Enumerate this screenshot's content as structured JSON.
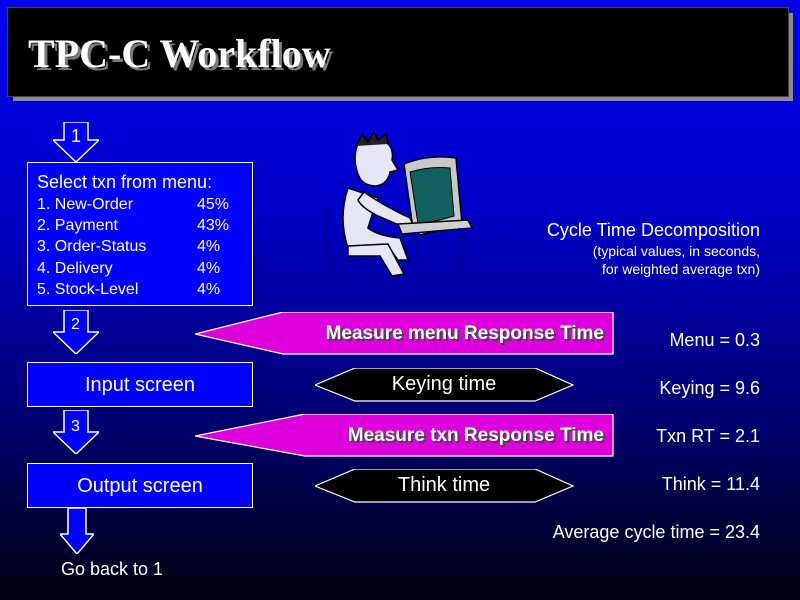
{
  "title": "TPC-C Workflow",
  "steps": {
    "step1": "1",
    "step2": "2",
    "step3": "3"
  },
  "menu": {
    "heading": "Select txn from menu:",
    "items": [
      {
        "name": "1. New-Order",
        "pct": "45%"
      },
      {
        "name": "2. Payment",
        "pct": "43%"
      },
      {
        "name": "3. Order-Status",
        "pct": "4%"
      },
      {
        "name": "4. Delivery",
        "pct": "4%"
      },
      {
        "name": "5. Stock-Level",
        "pct": "4%"
      }
    ]
  },
  "input_screen": "Input screen",
  "output_screen": "Output screen",
  "go_back": "Go back to 1",
  "banners": {
    "menu_rt": "Measure menu Response Time",
    "txn_rt": "Measure txn Response Time",
    "keying": "Keying time",
    "think": "Think time"
  },
  "decomposition": {
    "title": "Cycle Time Decomposition",
    "subtitle_line1": "(typical values, in seconds,",
    "subtitle_line2": "for weighted average txn)",
    "menu": "Menu = 0.3",
    "keying": "Keying = 9.6",
    "txn_rt": "Txn RT = 2.1",
    "think": "Think = 11.4",
    "average": "Average cycle time = 23.4"
  },
  "colors": {
    "box_fill": "#0000ff",
    "banner_magenta": "#dd00dd",
    "hex_black": "#000000"
  },
  "icons": {
    "person": "person-at-computer-icon"
  }
}
